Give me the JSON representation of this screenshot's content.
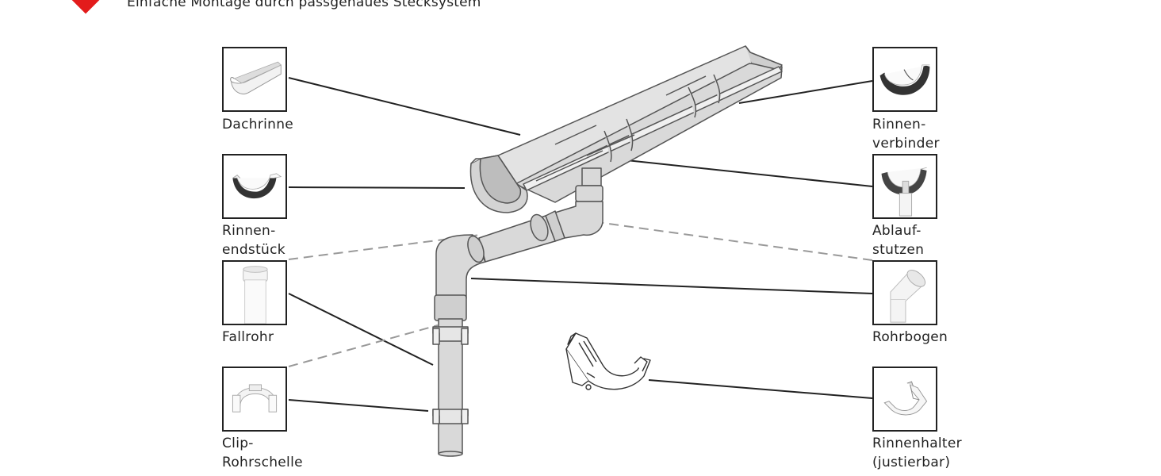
{
  "header": {
    "text": "Einfache Montage durch passgenaues Stecksystem",
    "accent_color": "#e31b1b"
  },
  "parts": {
    "dachrinne": {
      "label": "Dachrinne",
      "icon": "gutter-icon"
    },
    "rinnenendstueck": {
      "label": "Rinnen-\nendstück",
      "icon": "gutter-end-cap-icon"
    },
    "fallrohr": {
      "label": "Fallrohr",
      "icon": "downpipe-icon"
    },
    "clip_rohrschelle": {
      "label": "Clip-\nRohrschelle",
      "icon": "pipe-clip-icon"
    },
    "rinnenverbinder": {
      "label": "Rinnen-\nverbinder",
      "icon": "gutter-connector-icon"
    },
    "ablaufstutzen": {
      "label": "Ablauf-\nstutzen",
      "icon": "outlet-icon"
    },
    "rohrbogen": {
      "label": "Rohrbogen",
      "icon": "pipe-bend-icon"
    },
    "rinnenhalter": {
      "label": "Rinnenhalter\n(justierbar)",
      "icon": "gutter-bracket-icon"
    }
  },
  "colors": {
    "line": "#222222",
    "dashed": "#999999",
    "pipe_fill": "#d9d9d9",
    "pipe_stroke": "#555555"
  }
}
